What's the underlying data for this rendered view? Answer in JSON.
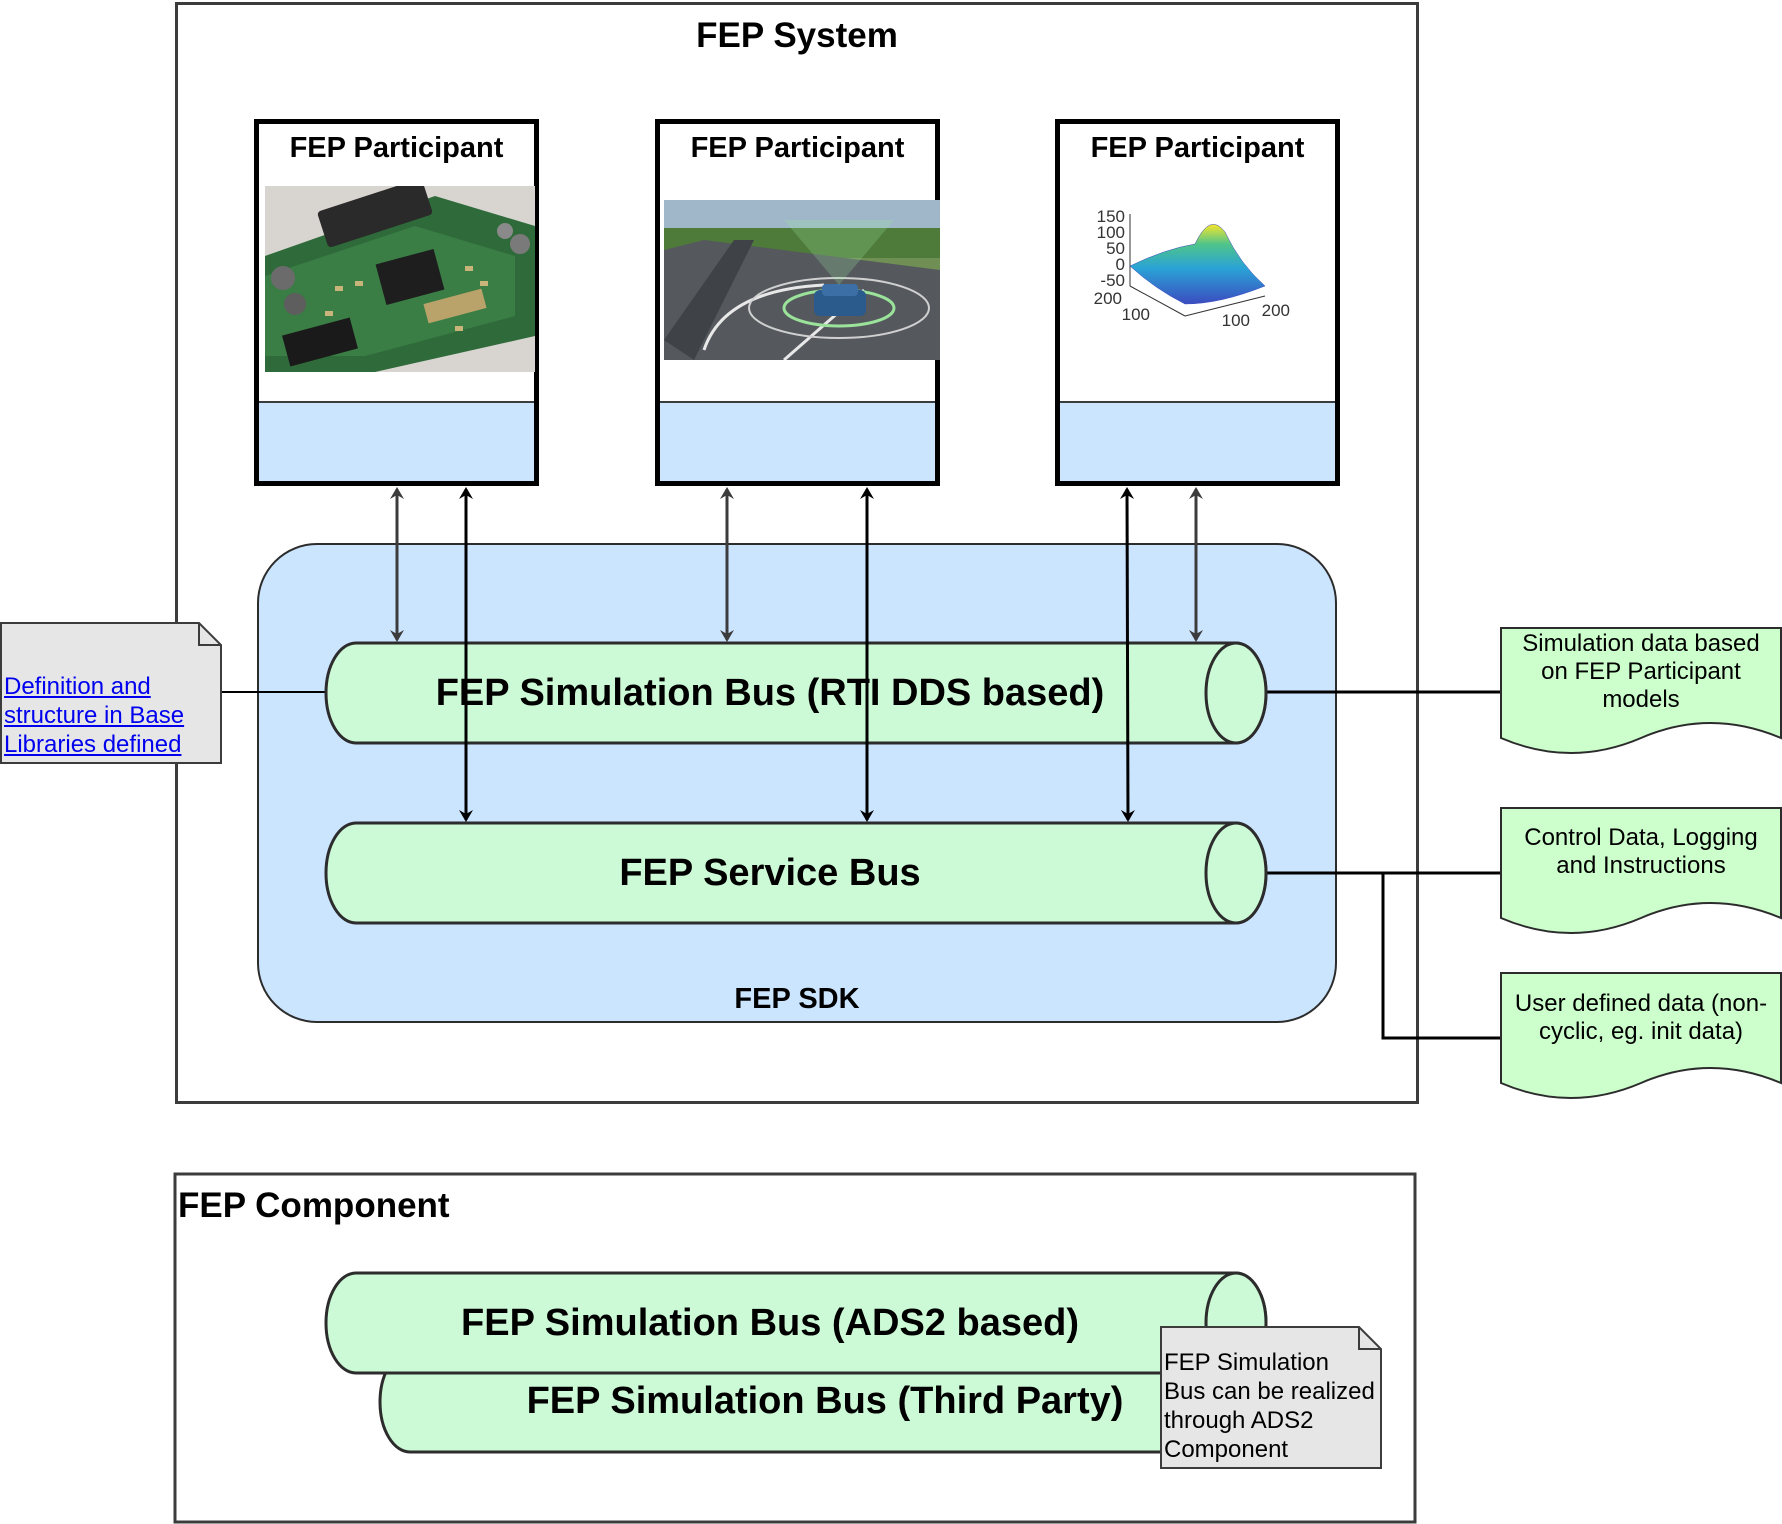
{
  "system": {
    "title": "FEP System"
  },
  "participants": [
    {
      "title": "FEP Participant",
      "image": "circuit-board-photo"
    },
    {
      "title": "FEP Participant",
      "image": "autonomous-car-photo"
    },
    {
      "title": "FEP Participant",
      "image": "surface-plot"
    }
  ],
  "plot": {
    "z_ticks": [
      "150",
      "100",
      "50",
      "0",
      "-50"
    ],
    "y_ticks": [
      "200",
      "100"
    ],
    "x_ticks": [
      "100",
      "200"
    ]
  },
  "sdk": {
    "label": "FEP SDK",
    "simulation_bus": "FEP Simulation Bus (RTI DDS based)",
    "service_bus": "FEP Service Bus"
  },
  "base_note": {
    "lines": [
      "Definition and",
      "structure in Base",
      "Libraries defined"
    ]
  },
  "data_docs": [
    {
      "lines": [
        "Simulation data based",
        "on FEP Participant",
        "models"
      ]
    },
    {
      "lines": [
        "Control Data, Logging",
        "and Instructions"
      ]
    },
    {
      "lines": [
        "User defined data (non-",
        "cyclic, eg. init data)"
      ]
    }
  ],
  "component": {
    "title": "FEP Component",
    "ads2_bus": "FEP Simulation Bus (ADS2 based)",
    "third_party_bus": "FEP Simulation Bus (Third Party)",
    "note_lines": [
      "FEP Simulation",
      "Bus can be realized",
      "through ADS2",
      "Component"
    ]
  },
  "colors": {
    "bus_fill": "#ccf9d6",
    "sdk_fill": "#cce5ff",
    "doc_fill": "#ccffcc",
    "note_fill": "#e6e6e6"
  }
}
